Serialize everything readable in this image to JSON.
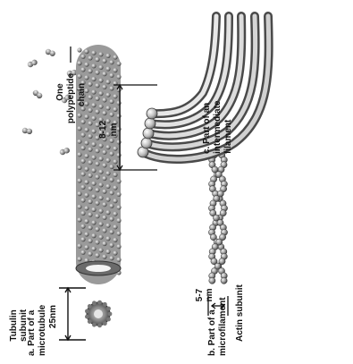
{
  "figure": {
    "ink_color": "#111111",
    "shade_dark": "#555555",
    "shade_light": "#d9d9d9"
  },
  "panel_a": {
    "caption": "a. Part of a microtubule",
    "caption_line1": "a. Part of a",
    "caption_line2": "microtubule",
    "diameter_label": "25nm",
    "subunit_label_line1": "Tubulin",
    "subunit_label_line2": "subunit"
  },
  "panel_b": {
    "caption_line1": "b. Part of a",
    "caption_line2": "microfilament",
    "diameter_label_line1": "5-7",
    "diameter_label_line2": "nm",
    "subunit_label": "Actin subunit"
  },
  "panel_c": {
    "caption_line1": "c. Part of an",
    "caption_line2": "intermediate",
    "caption_line3": "filament",
    "diameter_label_line1": "8-12",
    "diameter_label_line2": "nm",
    "chain_label_line1": "One",
    "chain_label_line2": "polypeptide",
    "chain_label_line3": "chain"
  }
}
